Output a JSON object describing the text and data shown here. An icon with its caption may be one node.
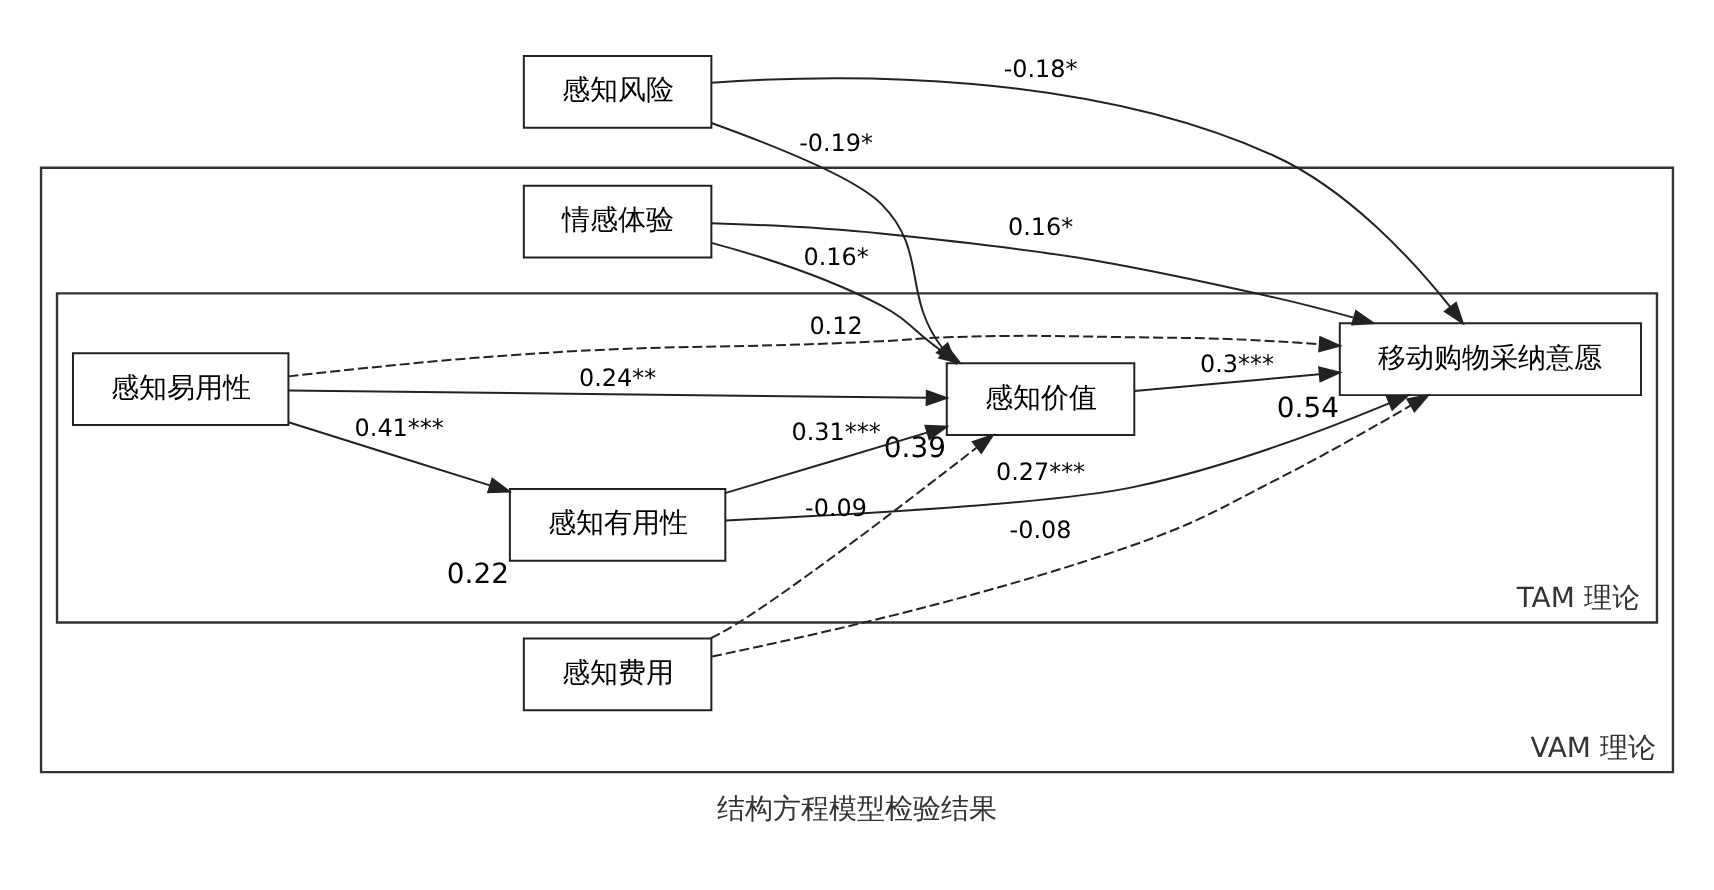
{
  "diagram": {
    "caption": "结构方程模型检验结果",
    "nodes": [
      {
        "text": [
          "VAM 理论"
        ]
      },
      {
        "text": [
          "情感体验"
        ],
        "in": 0
      },
      {
        "text": [
          "TAM 理论"
        ],
        "in": 0
      },
      {
        "text": [
          "感知有用性"
        ],
        "in": 2,
        "beside": [
          "0.22"
        ]
      },
      {
        "text": [
          "感知价值"
        ],
        "in": 2,
        "beside": [
          "0.39"
        ]
      },
      {
        "text": [
          "移动购物采纳意愿"
        ],
        "in": 2,
        "beside": [
          "0.54"
        ]
      },
      {
        "text": [
          "感知易用性"
        ],
        "in": 2
      },
      {
        "text": [
          "感知费用"
        ],
        "in": 0
      },
      {
        "text": [
          "感知风险"
        ]
      }
    ],
    "edges": [
      {
        "from": 1,
        "to": 5,
        "arrow": "to",
        "label": "0.16*"
      },
      {
        "from": 1,
        "to": 4,
        "arrow": "to",
        "label": "0.16*"
      },
      {
        "from": 3,
        "to": 5,
        "arrow": "to",
        "label": "0.27***"
      },
      {
        "from": 3,
        "to": 4,
        "arrow": "to",
        "label": "0.31***"
      },
      {
        "from": 6,
        "to": 3,
        "arrow": "to",
        "label": "0.41***"
      },
      {
        "from": 6,
        "to": 4,
        "arrow": "to",
        "label": "0.24**"
      },
      {
        "from": 4,
        "to": 5,
        "arrow": "to",
        "label": "0.3***"
      },
      {
        "from": 6,
        "to": 5,
        "arrow": "to",
        "label": "0.12",
        "style": "dashed"
      },
      {
        "from": 7,
        "to": 4,
        "arrow": "to",
        "label": "-0.09",
        "style": "dashed"
      },
      {
        "from": 7,
        "to": 5,
        "arrow": "to",
        "label": "-0.08",
        "style": "dashed"
      },
      {
        "from": 8,
        "to": 4,
        "arrow": "to",
        "label": "-0.19*"
      },
      {
        "from": 8,
        "to": 5,
        "arrow": "to",
        "label": "-0.18*"
      }
    ]
  }
}
